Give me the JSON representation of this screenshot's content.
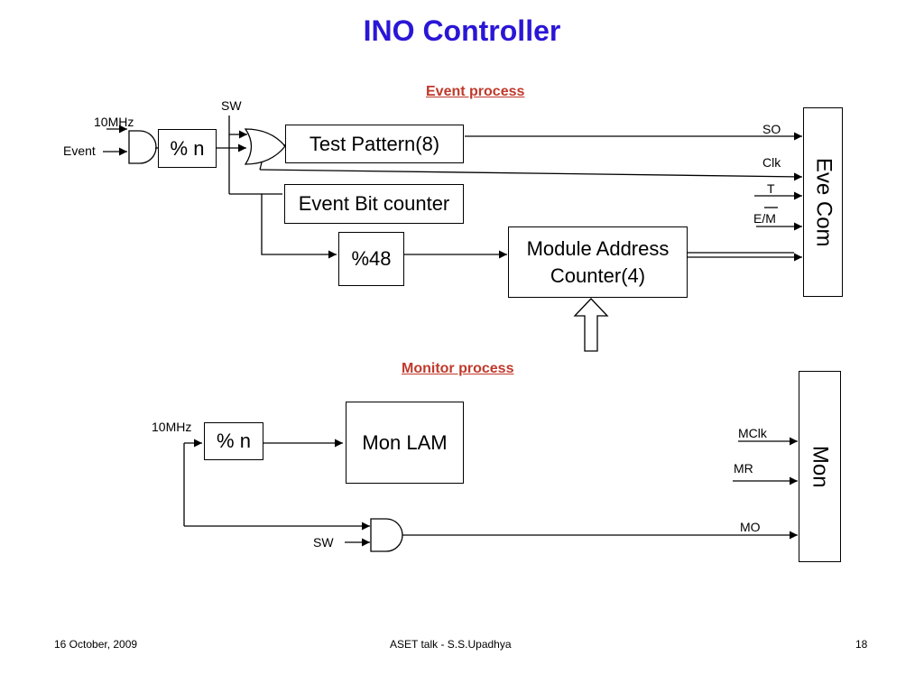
{
  "title": "INO Controller",
  "event_process": {
    "heading": "Event process",
    "blocks": {
      "divn": "% n",
      "test_pattern": "Test Pattern(8)",
      "event_bit_counter": "Event Bit counter",
      "div48": "%48",
      "module_address": "Module Address Counter(4)",
      "eve_com": "Eve Com"
    },
    "signals": {
      "clk_in": "10MHz",
      "event_in": "Event",
      "sw": "SW",
      "so": "SO",
      "clk": "Clk",
      "t": "T",
      "em": "E/M"
    }
  },
  "monitor_process": {
    "heading": "Monitor process",
    "blocks": {
      "divn": "% n",
      "mon_lam": "Mon LAM",
      "mon": "Mon"
    },
    "signals": {
      "clk_in": "10MHz",
      "sw": "SW",
      "mclk": "MClk",
      "mr": "MR",
      "mo": "MO"
    }
  },
  "footer": {
    "date": "16 October, 2009",
    "talk": "ASET talk -  S.S.Upadhya",
    "page": "18"
  }
}
